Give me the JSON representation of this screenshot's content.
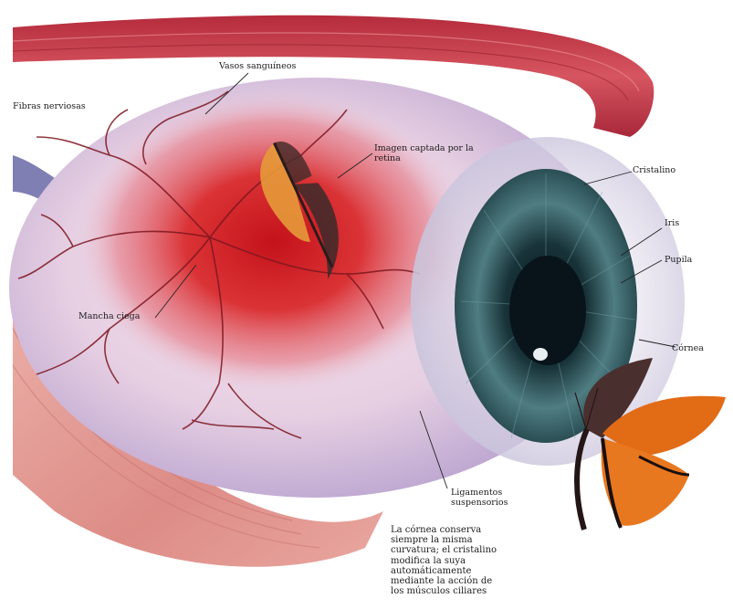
{
  "diagram": {
    "labels": {
      "vasos": "Vasos sanguíneos",
      "fibras": "Fibras nerviosas",
      "imagen": "Imagen captada por la\nretina",
      "cristalino": "Cristalino",
      "iris": "Iris",
      "pupila": "Pupila",
      "cornea": "Córnea",
      "mancha": "Mancha ciega",
      "ligamentos": "Ligamentos\nsuspensorios"
    },
    "caption": "La córnea conserva\nsiempre la misma\ncurvatura; el cristalino\nmodifica la suya\nautomáticamente\nmediante la acción de\nlos músculos ciliares"
  },
  "colors": {
    "sclera": "#ecd6e6",
    "muscle": "#c94350",
    "retina_red": "#d21a22",
    "iris": "#2b4f58",
    "butterfly_orange": "#e26b16"
  }
}
